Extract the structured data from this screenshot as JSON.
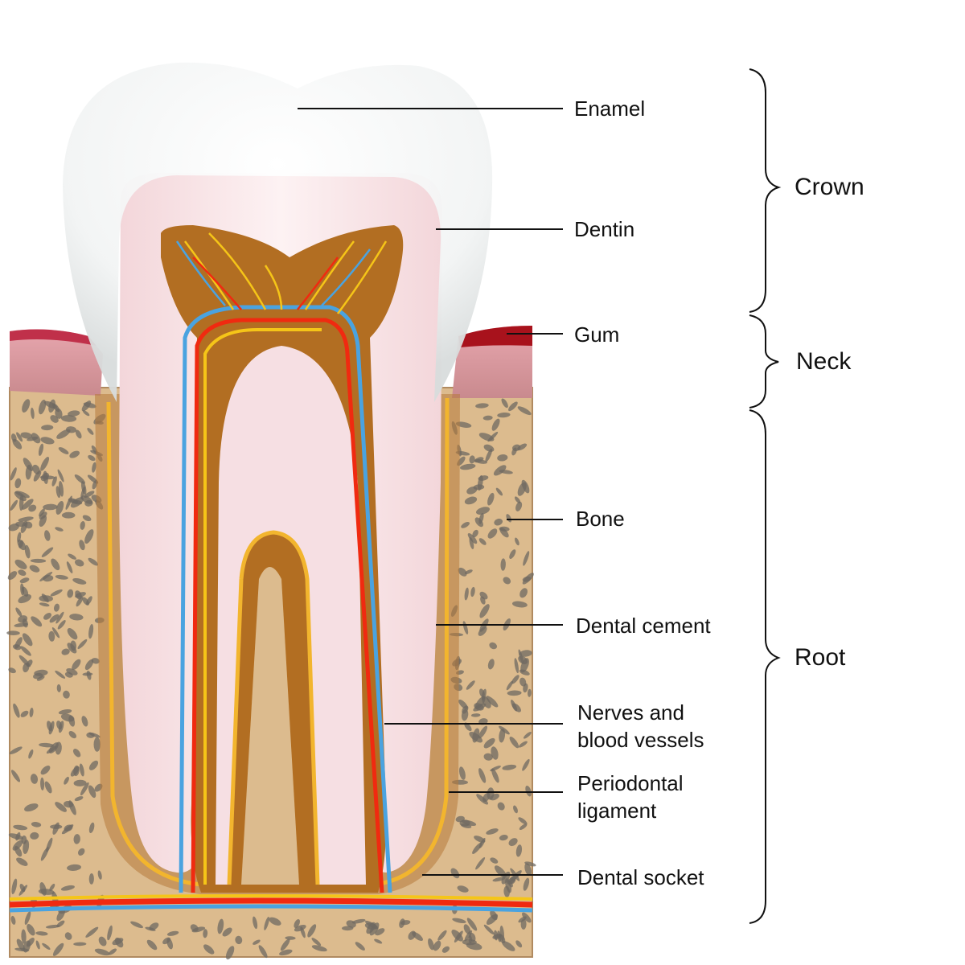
{
  "labels": {
    "enamel": "Enamel",
    "dentin": "Dentin",
    "gum": "Gum",
    "bone": "Bone",
    "dental_cement": "Dental cement",
    "nerves_line1": "Nerves and",
    "nerves_line2": "blood vessels",
    "periodontal_line1": "Periodontal",
    "periodontal_line2": "ligament",
    "dental_socket": "Dental socket"
  },
  "regions": {
    "crown": "Crown",
    "neck": "Neck",
    "root": "Root"
  },
  "colors": {
    "bone": "#d9b98c",
    "gum": "#d98a96",
    "gum_edge": "#b5223a",
    "dentin": "#f7e3e6",
    "pulp": "#b5731f",
    "nerve_red": "#f02a10",
    "nerve_blue": "#4aa3e0",
    "nerve_yellow": "#f5c518"
  }
}
